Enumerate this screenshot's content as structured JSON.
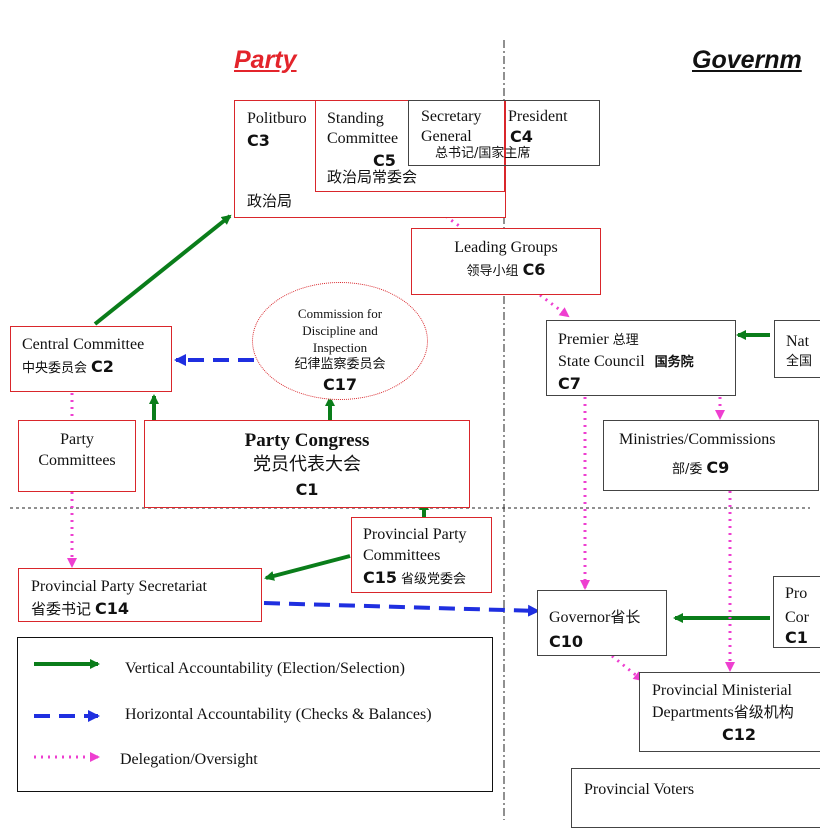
{
  "headings": {
    "party": "Party",
    "government": "Governm"
  },
  "colors": {
    "party_red": "#e3242b",
    "box_border": "#d9262b",
    "vertical_green": "#0a7d1a",
    "horizontal_blue": "#1f2fe0",
    "delegation_pink": "#ee3fd0"
  },
  "nodes": {
    "politburo": {
      "name": "Politburo",
      "code": "C3",
      "cn": "政治局"
    },
    "standing": {
      "name_l1": "Standing",
      "name_l2": "Committee",
      "code": "C5",
      "cn": "政治局常委会"
    },
    "secretary": {
      "name_l1": "Secretary",
      "name_l2": "General",
      "cn": "总书记/国家主席"
    },
    "president": {
      "name": "President",
      "code": "C4"
    },
    "leading": {
      "name": "Leading Groups",
      "cn": "领导小组",
      "code": "C6"
    },
    "central": {
      "name": "Central Committee",
      "cn": "中央委员会",
      "code": "C2"
    },
    "discipline": {
      "l1": "Commission for",
      "l2": "Discipline and",
      "l3": "Inspection",
      "cn": "纪律监察委员会",
      "code": "C17"
    },
    "premier": {
      "name": "Premier",
      "cn": "总理",
      "sc": "State Council",
      "sc_cn": "国务院",
      "code": "C7"
    },
    "nat": {
      "name": "Nat",
      "cn": "全国"
    },
    "party_committees": {
      "l1": "Party",
      "l2": "Committees"
    },
    "congress": {
      "name": "Party Congress",
      "cn": "党员代表大会",
      "code": "C1"
    },
    "ministries": {
      "name": "Ministries/Commissions",
      "cn": "部/委",
      "code": "C9"
    },
    "prov_party": {
      "l1": "Provincial Party",
      "l2": "Committees",
      "code": "C15",
      "cn": "省级党委会"
    },
    "prov_secretariat": {
      "name": "Provincial Party Secretariat",
      "cn": "省委书记",
      "code": "C14"
    },
    "governor": {
      "name": "Governor",
      "cn": "省长",
      "code": "C10"
    },
    "pro": {
      "l1": "Pro",
      "l2": "Cor",
      "code": "C1"
    },
    "prov_ministerial": {
      "l1": "Provincial Ministerial",
      "l2": "Departments",
      "cn": "省级机构",
      "code": "C12"
    },
    "prov_voters": {
      "name": "Provincial Voters"
    }
  },
  "legend": {
    "vertical": "Vertical Accountability (Election/Selection)",
    "horizontal": "Horizontal Accountability (Checks & Balances)",
    "delegation": "Delegation/Oversight"
  }
}
